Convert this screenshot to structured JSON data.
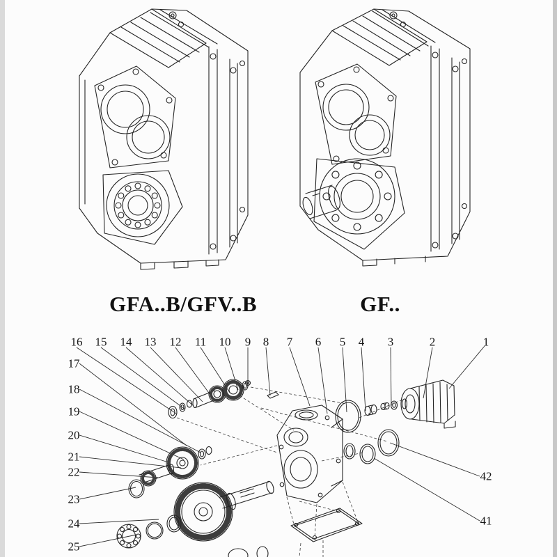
{
  "page": {
    "background_color": "#fcfcfc",
    "line_color": "#242424",
    "edge_left_color": "#dadada",
    "edge_right_color": "#c8c8c8"
  },
  "models": {
    "left_label": "GFA..B/GFV..B",
    "right_label": "GF.."
  },
  "exploded_view": {
    "top_row_numbers": [
      "16",
      "15",
      "14",
      "13",
      "12",
      "11",
      "10",
      "9",
      "8",
      "7",
      "6",
      "5",
      "4",
      "3",
      "2",
      "1"
    ],
    "left_column_numbers": [
      "17",
      "18",
      "19",
      "20",
      "21",
      "22",
      "23",
      "24",
      "25"
    ],
    "right_column_numbers": [
      "42",
      "41"
    ]
  }
}
